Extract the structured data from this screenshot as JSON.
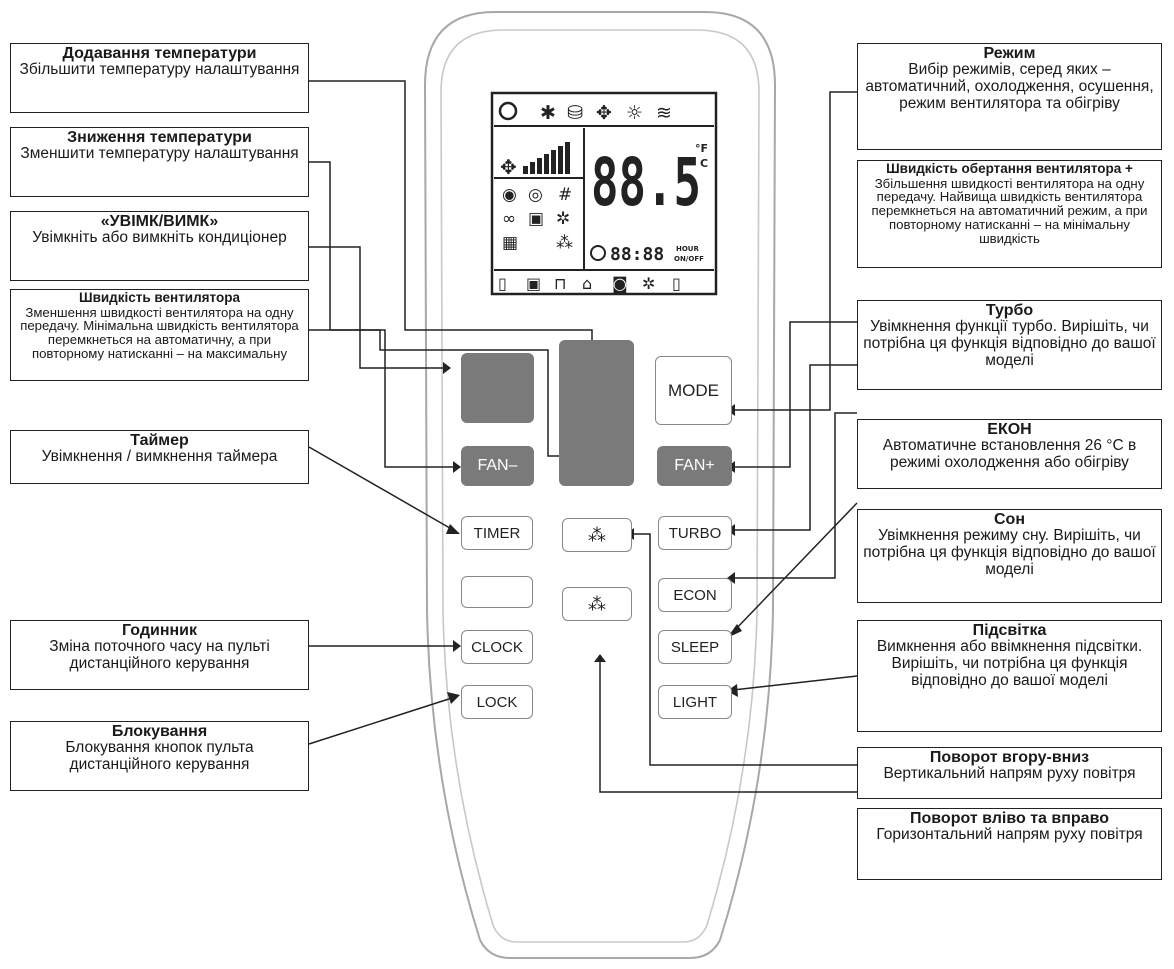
{
  "callouts": {
    "temp_up": {
      "title": "Додавання температури",
      "desc": "Збільшити температуру налаштування"
    },
    "temp_down": {
      "title": "Зниження температури",
      "desc": "Зменшити температуру налаштування"
    },
    "power": {
      "title": "«УВІМК/ВИМК»",
      "desc": "Увімкніть або вимкніть кондиціонер"
    },
    "fan_minus": {
      "title": "Швидкість вентилятора",
      "desc": "Зменшення швидкості вентилятора на одну передачу. Мінімальна швидкість вентилятора перемкнеться на автоматичну, а при повторному натисканні – на максимальну"
    },
    "timer": {
      "title": "Таймер",
      "desc": "Увімкнення / вимкнення таймера"
    },
    "clock": {
      "title": "Годинник",
      "desc": "Зміна поточного часу на пульті дистанційного керування"
    },
    "lock": {
      "title": "Блокування",
      "desc": "Блокування кнопок пульта дистанційного керування"
    },
    "mode": {
      "title": "Режим",
      "desc": "Вибір режимів, серед яких – автоматичний, охолодження, осушення, режим вентилятора та обігріву"
    },
    "fan_plus": {
      "title": "Швидкість обертання вентилятора +",
      "desc": "Збільшення швидкості вентилятора на одну передачу. Найвища швидкість вентилятора перемкнеться на автоматичний режим, а при повторному натисканні – на мінімальну швидкість"
    },
    "turbo": {
      "title": "Турбо",
      "desc": "Увімкнення функції турбо. Вирішіть, чи потрібна ця функція відповідно до вашої моделі"
    },
    "econ": {
      "title": "ЕКОН",
      "desc": "Автоматичне встановлення 26 °C в режимі охолодження або обігріву"
    },
    "sleep": {
      "title": "Сон",
      "desc": "Увімкнення режиму сну. Вирішіть, чи потрібна ця функція відповідно до вашої моделі"
    },
    "light": {
      "title": "Підсвітка",
      "desc": "Вимкнення або ввімкнення підсвітки. Вирішіть, чи потрібна ця функція відповідно до вашої моделі"
    },
    "swing_ud": {
      "title": "Поворот вгору-вниз",
      "desc": "Вертикальний напрям руху повітря"
    },
    "swing_lr": {
      "title": "Поворот вліво та вправо",
      "desc": "Горизонтальний напрям руху повітря"
    }
  },
  "remote": {
    "buttons": {
      "mode": "MODE",
      "fan_minus": "FAN–",
      "fan_plus": "FAN+",
      "timer": "TIMER",
      "turbo": "TURBO",
      "econ": "ECON",
      "clock": "CLOCK",
      "sleep": "SLEEP",
      "lock": "LOCK",
      "light": "LIGHT"
    },
    "display": {
      "temp": "88.5",
      "unit_top": "°F",
      "unit_bottom": "C",
      "time": "88:88",
      "hour_on": "HOUR",
      "hour_off": "ON/OFF"
    }
  }
}
